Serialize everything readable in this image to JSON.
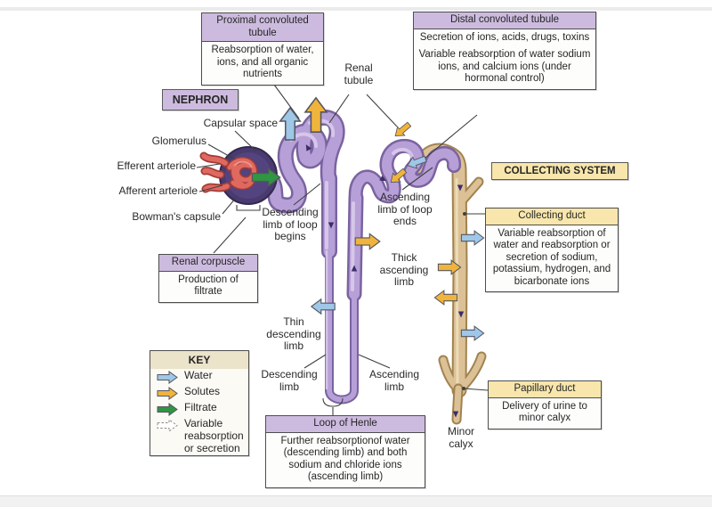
{
  "diagram": {
    "nephron_tag": "NEPHRON",
    "collecting_system_tag": "COLLECTING SYSTEM",
    "boxes": {
      "proximal": {
        "title": "Proximal convoluted tubule",
        "body": "Reabsorption of water, ions, and all organic nutrients"
      },
      "distal": {
        "title": "Distal convoluted tubule",
        "body1": "Secretion of ions, acids, drugs, toxins",
        "body2": "Variable reabsorption of water sodium ions, and calcium ions (under hormonal control)"
      },
      "renal_corpuscle": {
        "title": "Renal corpuscle",
        "body": "Production of filtrate"
      },
      "loop_of_henle": {
        "title": "Loop of Henle",
        "body": "Further reabsorptionof water (descending limb) and both sodium and chloride ions (ascending limb)"
      },
      "collecting_duct": {
        "title": "Collecting duct",
        "body": "Variable reabsorption of water and reabsorption or secretion of sodium, potassium, hydrogen, and bicarbonate ions"
      },
      "papillary_duct": {
        "title": "Papillary duct",
        "body": "Delivery of urine to minor calyx"
      }
    },
    "labels": {
      "renal_tubule": "Renal tubule",
      "capsular_space": "Capsular space",
      "glomerulus": "Glomerulus",
      "efferent_arteriole": "Efferent arteriole",
      "afferent_arteriole": "Afferent arteriole",
      "bowmans_capsule": "Bowman's capsule",
      "descending_limb_begins": "Descending limb of loop begins",
      "ascending_limb_ends": "Ascending limb of loop ends",
      "thick_ascending_limb": "Thick ascending limb",
      "thin_descending_limb": "Thin descending limb",
      "descending_limb": "Descending limb",
      "ascending_limb": "Ascending limb",
      "minor_calyx": "Minor calyx"
    },
    "key": {
      "title": "KEY",
      "items": [
        {
          "label": "Water",
          "color": "#9ec7e8",
          "style": "solid"
        },
        {
          "label": "Solutes",
          "color": "#f0b43c",
          "style": "solid"
        },
        {
          "label": "Filtrate",
          "color": "#2f9642",
          "style": "solid"
        },
        {
          "label": "Variable reabsorption or secretion",
          "color": "#ffffff",
          "style": "dashed"
        }
      ]
    },
    "colors": {
      "nephron_tubule": "#b7a0d8",
      "collecting_duct_tan": "#dcc196",
      "glomerulus_capsule": "#493a6f",
      "arteriole_red": "#e0695f",
      "box_header_purple": "#cdbbdf",
      "box_header_yellow": "#f8e6ac",
      "key_header_beige": "#ebe3ca"
    }
  }
}
